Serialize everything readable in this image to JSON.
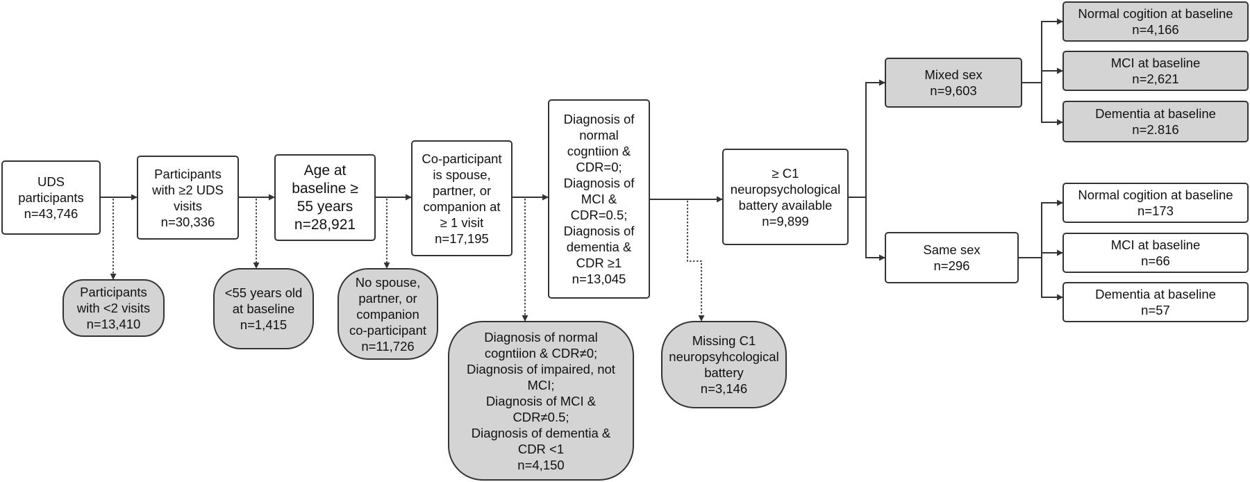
{
  "colors": {
    "excluded_fill": "#d4d4d4",
    "box_fill": "#ffffff",
    "stroke": "#333333"
  },
  "flow": {
    "uds": "UDS\nparticipants\nn=43,746",
    "two_visits": "Participants\nwith ≥2 UDS\nvisits\nn=30,336",
    "age": "Age at\nbaseline ≥\n55 years\nn=28,921",
    "coparticipant": "Co-participant\nis spouse,\npartner, or\ncompanion at\n≥ 1 visit\nn=17,195",
    "diagnosis": "Diagnosis of\nnormal\ncogntiion &\nCDR=0;\nDiagnosis of\nMCI &\nCDR=0.5;\nDiagnosis of\ndementia &\nCDR ≥1\nn=13,045",
    "c1": "≥ C1\nneuropsychological\nbattery available\nn=9,899",
    "mixed_sex": "Mixed sex\nn=9,603",
    "same_sex": "Same sex\nn=296"
  },
  "excluded": {
    "lt2visits": "Participants\nwith <2 visits\nn=13,410",
    "lt55": "<55 years old\nat baseline\nn=1,415",
    "no_spouse": "No spouse,\npartner, or\ncompanion\nco-participant\nn=11,726",
    "diag_excl": "Diagnosis of normal\ncogntiion & CDR≠0;\nDiagnosis of impaired, not\nMCI;\nDiagnosis of MCI &\nCDR≠0.5;\nDiagnosis of dementia &\nCDR <1\nn=4,150",
    "missing_c1": "Missing C1\nneuropsyhcological\nbattery\nn=3,146"
  },
  "outcomes": {
    "mixed_normal": "Normal cogition at baseline\nn=4,166",
    "mixed_mci": "MCI at baseline\nn=2,621",
    "mixed_dementia": "Dementia at baseline\nn=2.816",
    "same_normal": "Normal cogition at baseline\nn=173",
    "same_mci": "MCI at baseline\nn=66",
    "same_dementia": "Dementia at baseline\nn=57"
  }
}
